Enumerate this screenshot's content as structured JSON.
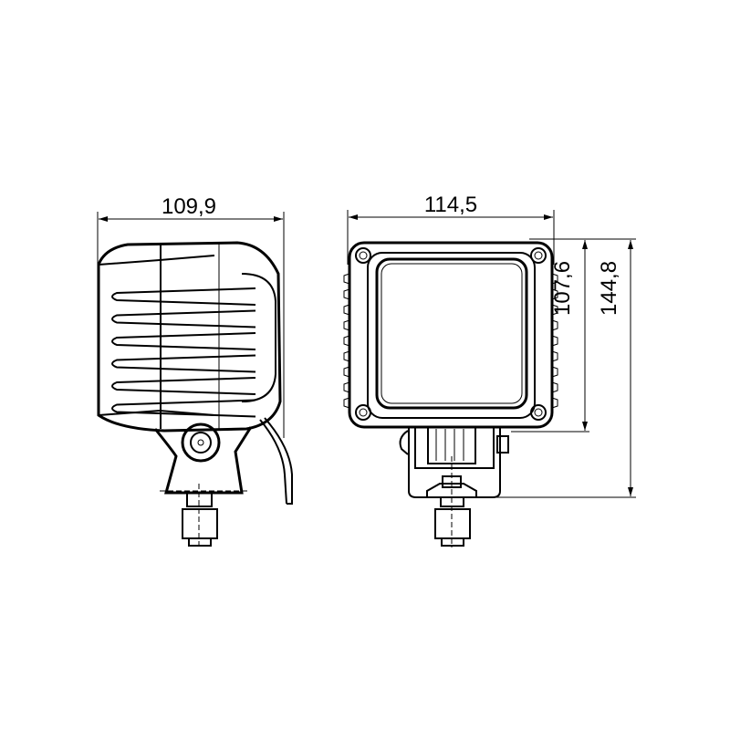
{
  "drawing": {
    "side_view": {
      "width_label": "109,9"
    },
    "front_view": {
      "width_label": "114,5",
      "lens_height_label": "107,6",
      "total_height_label": "144,8"
    }
  },
  "colors": {
    "line": "#000000",
    "background": "#ffffff"
  }
}
